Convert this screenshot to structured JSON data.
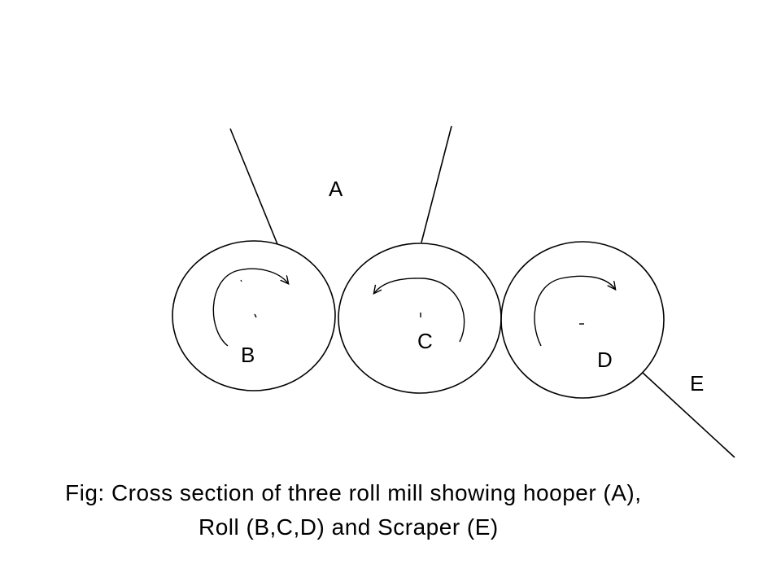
{
  "labels": {
    "hopper": "A",
    "roll_left": "B",
    "roll_middle": "C",
    "roll_right": "D",
    "scraper": "E"
  },
  "caption": {
    "line1": "Fig: Cross section of three roll mill showing hooper (A),",
    "line2": "Roll (B,C,D) and Scraper (E)"
  },
  "colors": {
    "stroke": "#000000",
    "background": "#ffffff"
  }
}
